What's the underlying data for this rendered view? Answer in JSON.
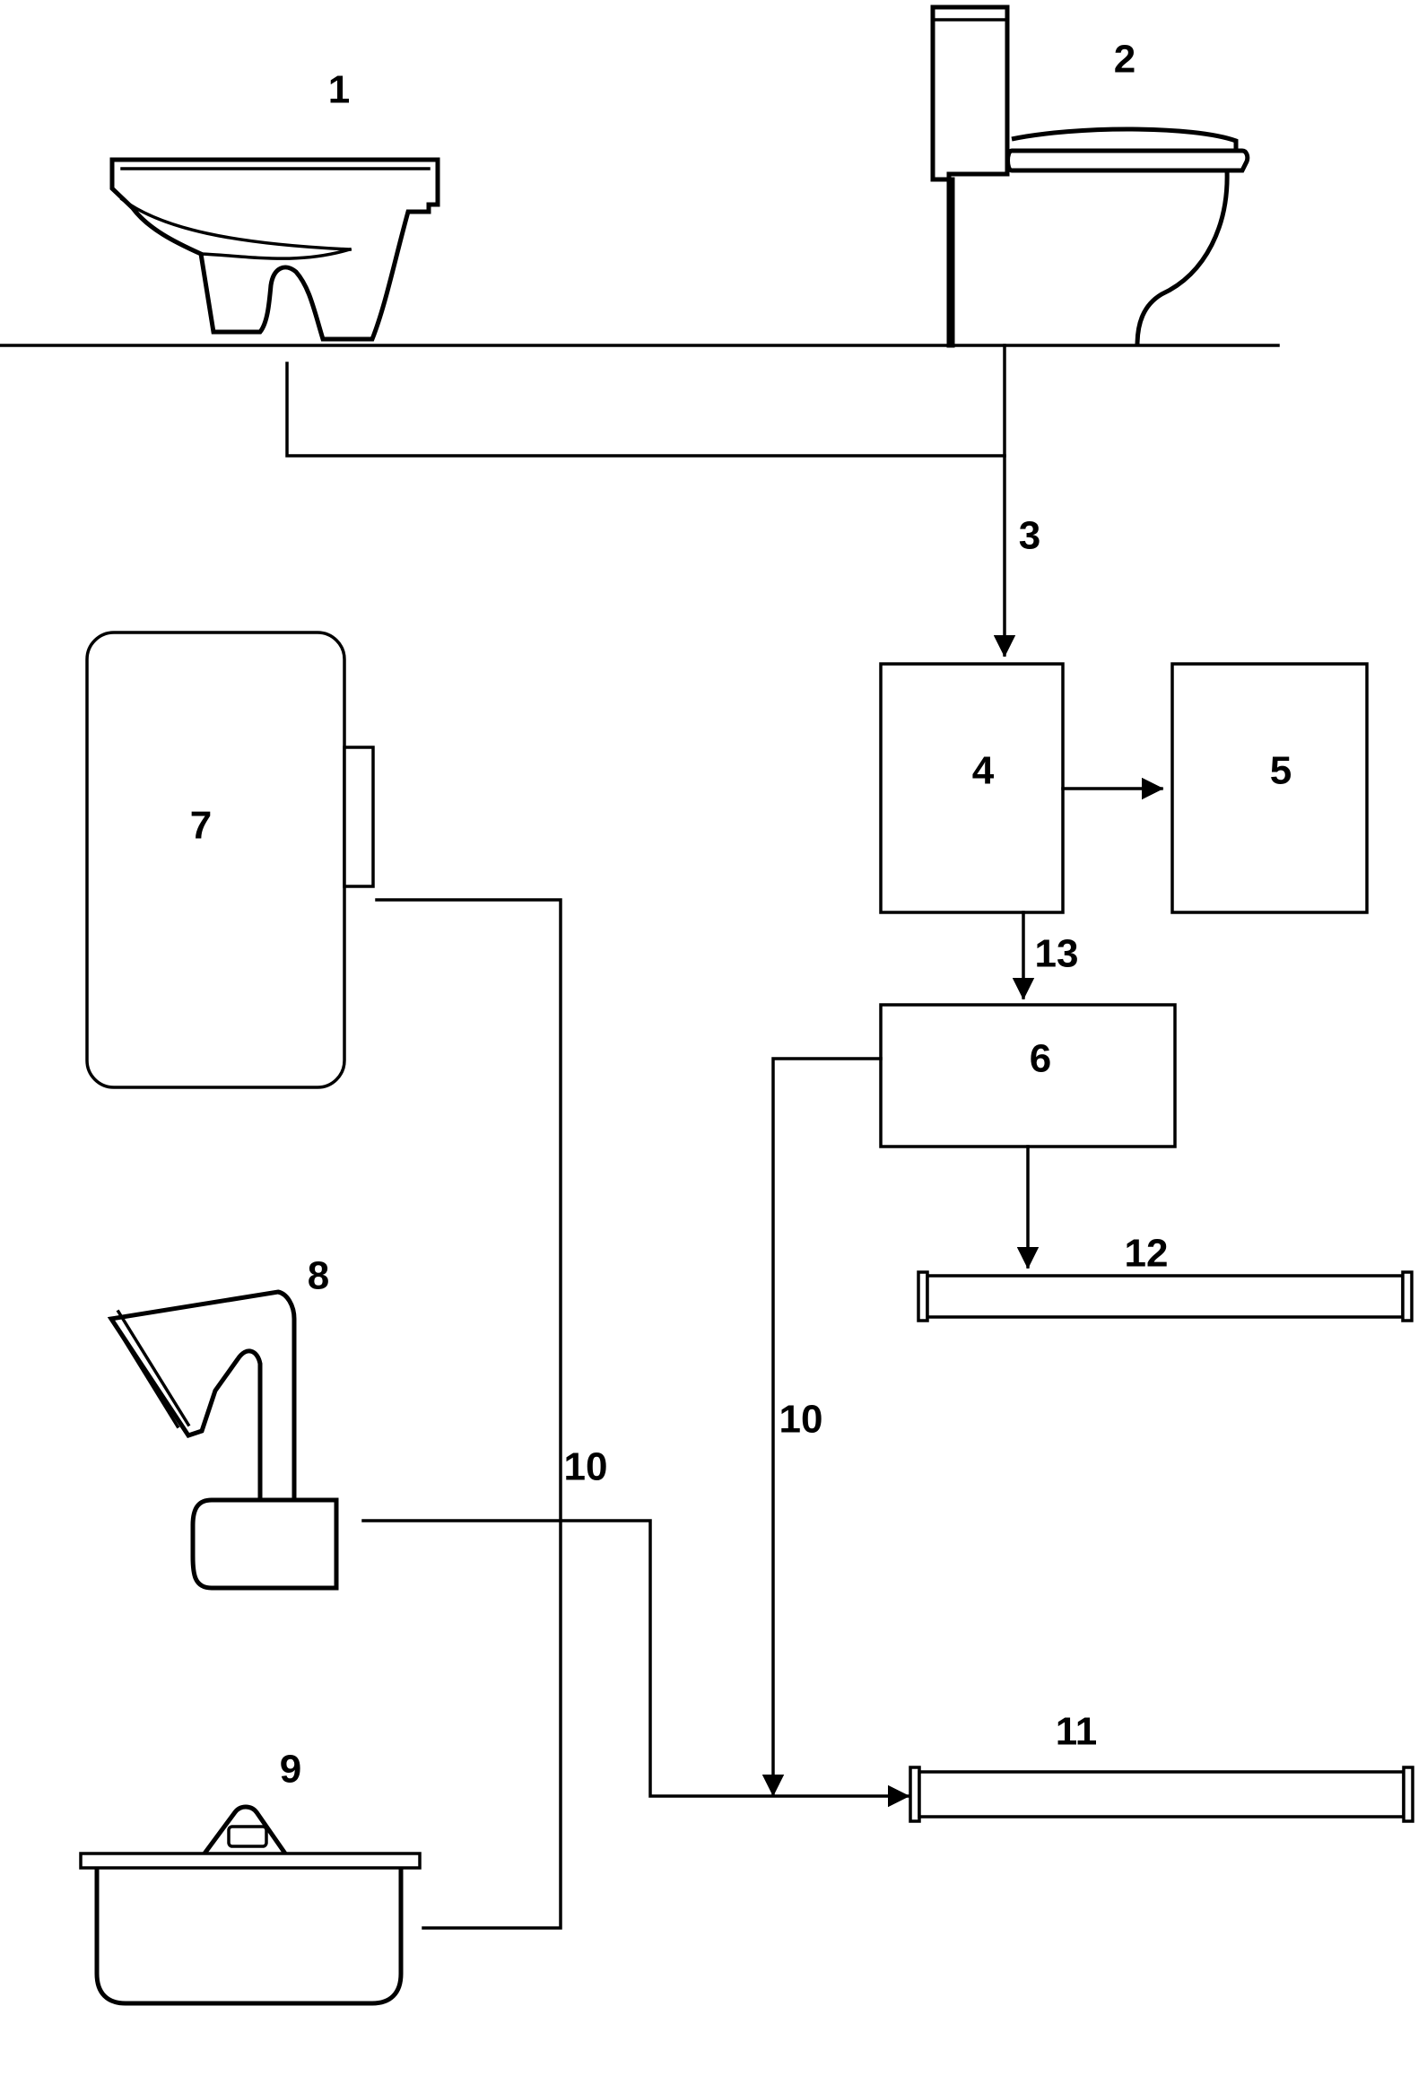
{
  "labels": {
    "l1": "1",
    "l2": "2",
    "l3": "3",
    "l4": "4",
    "l5": "5",
    "l6": "6",
    "l7": "7",
    "l8": "8",
    "l9": "9",
    "l10a": "10",
    "l10b": "10",
    "l11": "11",
    "l12": "12",
    "l13": "13"
  },
  "colors": {
    "stroke": "#000000",
    "background": "#ffffff"
  }
}
